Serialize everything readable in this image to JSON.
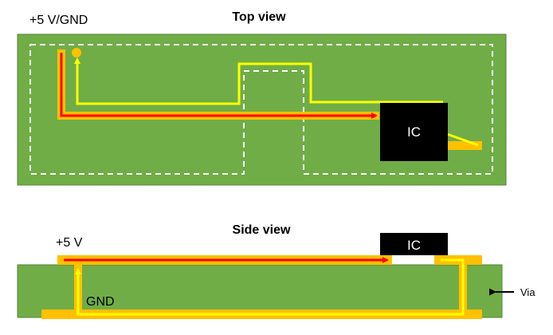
{
  "top_view": {
    "title": "Top view",
    "supply_label": "+5 V/GND",
    "ic_label": "IC"
  },
  "side_view": {
    "title": "Side view",
    "supply_label": "+5 V",
    "ground_label": "GND",
    "ic_label": "IC",
    "via_label": "Via"
  },
  "colors": {
    "board": "#70ad47",
    "board_edge": "#548235",
    "copper": "#ffc000",
    "current_red": "#ff0000",
    "return_yellow": "#ffff00",
    "ic_body": "#000000",
    "outline_dashed": "#ffffff"
  }
}
